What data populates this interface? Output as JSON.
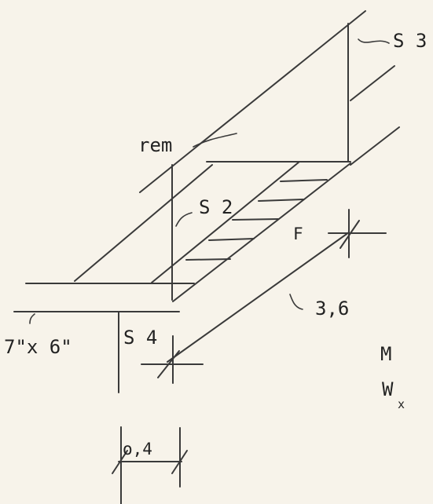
{
  "labels": {
    "s3": "S 3",
    "rem": "rem",
    "s2": "S 2",
    "f": "F",
    "dim_length": "3,6",
    "s4": "S 4",
    "section": "7\"x 6\"",
    "m": "M",
    "w": "W",
    "w_subscript": "x",
    "dim_offset": "o,4"
  }
}
